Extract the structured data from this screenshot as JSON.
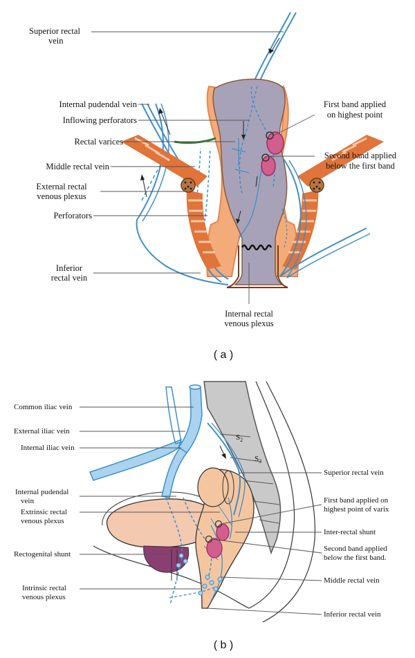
{
  "panel_a": {
    "caption": "( a )",
    "labels": {
      "superior_rectal_vein_1": "Superior rectal",
      "superior_rectal_vein_2": "vein",
      "internal_pudendal_vein": "Internal pudendal vein",
      "inflowing_perforators": "Inflowing perforators",
      "rectal_varices": "Rectal varices",
      "middle_rectal_vein": "Middle rectal vein",
      "external_rectal_plexus_1": "External rectal",
      "external_rectal_plexus_2": "venous plexus",
      "perforators": "Perforators",
      "inferior_rectal_vein_1": "Inferior",
      "inferior_rectal_vein_2": "rectal vein",
      "internal_rectal_plexus_1": "Internal rectal",
      "internal_rectal_plexus_2": "venous plexus",
      "first_band_1": "First band applied",
      "first_band_2": "on highest point",
      "second_band_1": "Second band applied",
      "second_band_2": "below the first band"
    }
  },
  "panel_b": {
    "caption": "( b )",
    "labels": {
      "common_iliac_vein": "Common iliac vein",
      "external_iliac_vein": "External iliac vein",
      "internal_iliac_vein": "Internal iliac vein",
      "internal_pudendal_vein_1": "Internal pudendal",
      "internal_pudendal_vein_2": "vein",
      "extrinsic_rectal_plexus_1": "Extrinsic rectal",
      "extrinsic_rectal_plexus_2": "venous plexus",
      "rectogenital_shunt": "Rectogenital shunt",
      "intrinsic_rectal_plexus_1": "Intrinsic rectal",
      "intrinsic_rectal_plexus_2": "venous plexus",
      "superior_rectal_vein": "Superior rectal vein",
      "first_band_1": "First band applied on",
      "first_band_2": "highest point of varix",
      "inter_rectal_shunt": "Inter-rectal shunt",
      "second_band_1": "Second band applied",
      "second_band_2": "below the first band.",
      "middle_rectal_vein": "Middle rectal vein",
      "inferior_rectal_vein": "Inferior rectal vein",
      "s2": "S",
      "s2_sub": "2",
      "s3": "S",
      "s3_sub": "3"
    }
  },
  "colors": {
    "vein": "#3d8fc9",
    "vein_fill": "#a9d3ee",
    "rectum_a": "#a8a2b8",
    "rectum_outline": "#e07a3e",
    "muscle": "#e0743a",
    "band": "#c2487a",
    "band_fill": "#d25e8e",
    "rectum_b": "#f4c6a0",
    "bladder": "#f3c9b0",
    "prostate": "#8a3e72",
    "sacrum": "#c9c9c9",
    "varices_green": "#2f7a2f"
  }
}
